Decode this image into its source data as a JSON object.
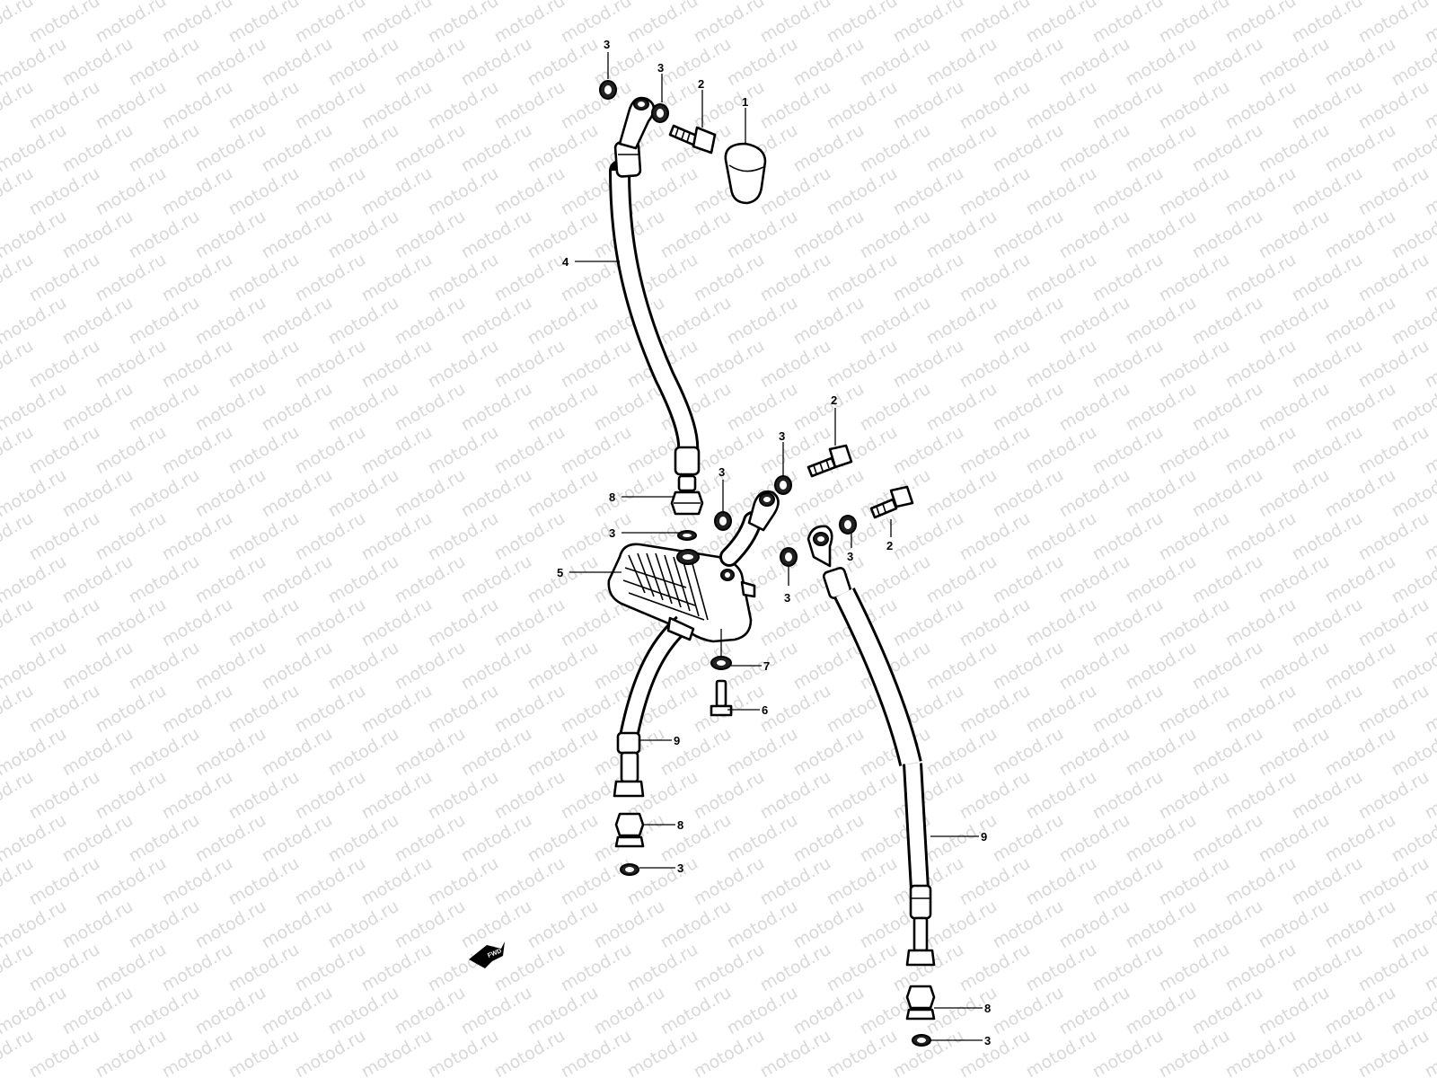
{
  "watermark": {
    "text": "motod.ru",
    "color": "#b9b9b9"
  },
  "diagram": {
    "type": "exploded parts diagram",
    "callouts": [
      "1",
      "2",
      "3",
      "4",
      "5",
      "6",
      "7",
      "8",
      "9"
    ],
    "direction_marker_text": "FWD"
  },
  "colors": {
    "line": "#000000",
    "background": "#ffffff"
  }
}
